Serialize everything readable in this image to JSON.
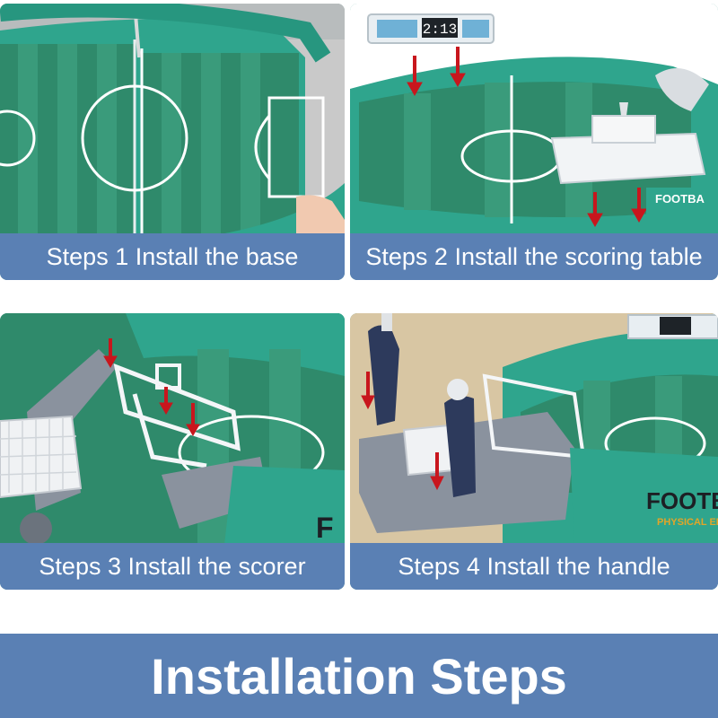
{
  "steps": [
    {
      "label": "Steps 1 Install the base"
    },
    {
      "label": "Steps 2 Install the scoring table"
    },
    {
      "label": "Steps 3 Install the scorer"
    },
    {
      "label": "Steps 4 Install the handle"
    }
  ],
  "scoreboard_readout": "2:13",
  "board_brand": "FOOTBA",
  "board_subtitle": "PHYSICAL EDUC",
  "board_brand_partial": "F",
  "title": "Installation Steps",
  "colors": {
    "caption_bg": "#5a80b4",
    "pitch_green": "#2f8a6b",
    "pitch_stripe": "#3a9b7b",
    "rail_teal": "#2fa58d",
    "arrow_red": "#c8161d",
    "plastic_gray": "#8a929e",
    "handle_navy": "#2d3a5c"
  }
}
